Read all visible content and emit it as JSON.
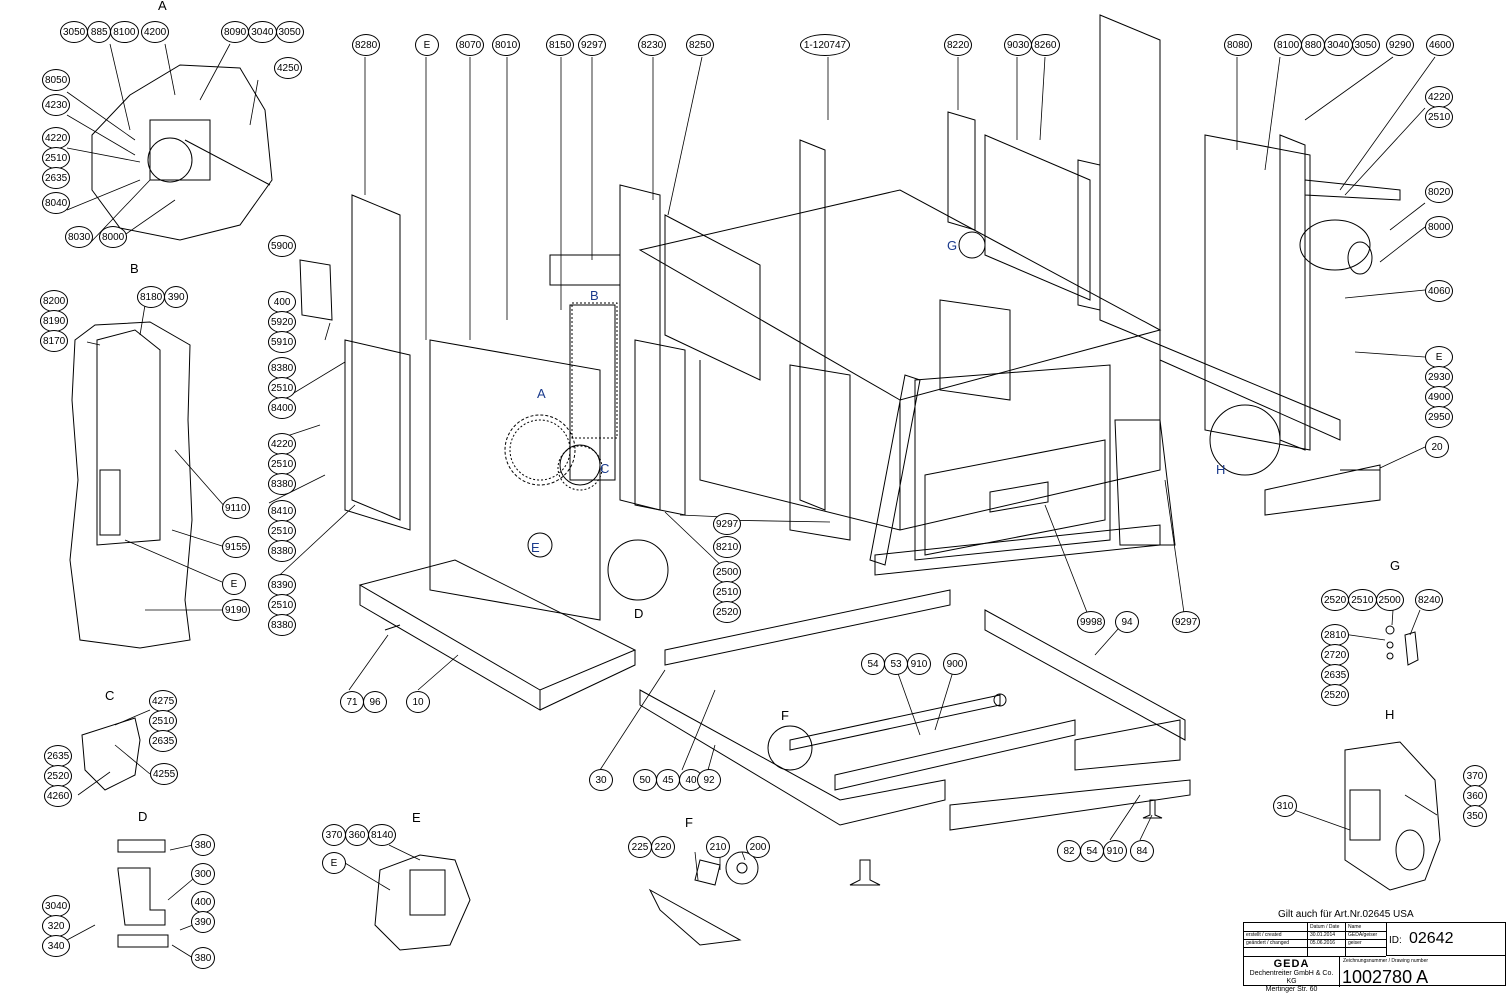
{
  "drawing": {
    "title_note": "Gilt auch für Art.Nr.02645 USA",
    "id_label": "ID:",
    "id_value": "02642",
    "brand": "GEDA",
    "company": "Dechentreiter GmbH & Co. KG",
    "street": "Mertinger Str. 60",
    "drawing_number_label": "Zeichnungsnummer / Drawing number",
    "drawing_number": "1002780 A",
    "table": {
      "headers": [
        "",
        "Datum / Date",
        "Name"
      ],
      "rows": [
        [
          "erstellt / created",
          "30.01.2014",
          "GEDA/geiser"
        ],
        [
          "geändert / changed",
          "05.06.2016",
          "geiser"
        ],
        [
          "",
          "",
          ""
        ]
      ]
    }
  },
  "detail_views": {
    "A": {
      "label": "A",
      "callouts": [
        "3050",
        "885",
        "8100",
        "4200",
        "8090",
        "3040",
        "3050",
        "4250",
        "8050",
        "4230",
        "4220",
        "2510",
        "2635",
        "8040",
        "8030",
        "8000"
      ]
    },
    "B": {
      "label": "B",
      "callouts": [
        "8200",
        "8190",
        "8170",
        "8180",
        "390",
        "9110",
        "9155",
        "E",
        "9190"
      ]
    },
    "C": {
      "label": "C",
      "callouts": [
        "4275",
        "2510",
        "2635",
        "2635",
        "2520",
        "4260",
        "4255"
      ]
    },
    "D": {
      "label": "D",
      "callouts": [
        "380",
        "300",
        "400",
        "390",
        "380",
        "3040",
        "320",
        "340"
      ]
    },
    "E": {
      "label": "E",
      "callouts": [
        "370",
        "360",
        "8140",
        "E"
      ]
    },
    "F": {
      "label": "F",
      "callouts": [
        "225",
        "220",
        "210",
        "200"
      ]
    },
    "G": {
      "label": "G",
      "callouts": [
        "2520",
        "2510",
        "2500",
        "8240",
        "2810",
        "2720",
        "2635",
        "2520"
      ]
    },
    "H": {
      "label": "H",
      "callouts": [
        "310",
        "370",
        "360",
        "350"
      ]
    }
  },
  "main_callouts": {
    "top": [
      "8280",
      "E",
      "8070",
      "8010",
      "8150",
      "9297",
      "8230",
      "8250",
      "1-120747",
      "8220",
      "9030",
      "8260",
      "8080",
      "8100",
      "880",
      "3040",
      "3050",
      "9290",
      "4600"
    ],
    "left": [
      "5900",
      "400",
      "5920",
      "5910",
      "8380",
      "2510",
      "8400",
      "4220",
      "2510",
      "8380",
      "8410",
      "2510",
      "8380",
      "8390",
      "2510",
      "8380"
    ],
    "right": [
      "4220",
      "2510",
      "8020",
      "8000",
      "4060",
      "E",
      "2930",
      "4900",
      "2950",
      "20"
    ],
    "center": [
      "9297",
      "8210",
      "2500",
      "2510",
      "2520",
      "9998",
      "94",
      "9297",
      "54",
      "53",
      "910",
      "900",
      "71",
      "96",
      "10",
      "30",
      "50",
      "45",
      "40",
      "92",
      "82",
      "54",
      "910",
      "84"
    ],
    "detail_markers": [
      "A",
      "B",
      "C",
      "D",
      "E",
      "F",
      "G",
      "H"
    ]
  }
}
